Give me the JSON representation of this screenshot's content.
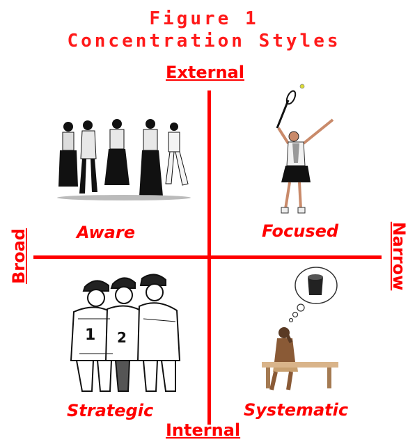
{
  "title": {
    "line1": "Figure 1",
    "line2": "Concentration Styles"
  },
  "axes": {
    "top": "External",
    "bottom": "Internal",
    "left": "Broad",
    "right": "Narrow"
  },
  "quadrants": {
    "top_left": {
      "label": "Aware",
      "image": "aikido-group-illustration"
    },
    "top_right": {
      "label": "Focused",
      "image": "tennis-serve-illustration"
    },
    "bottom_left": {
      "label": "Strategic",
      "image": "team-huddle-illustration"
    },
    "bottom_right": {
      "label": "Systematic",
      "image": "thinking-athlete-illustration"
    }
  },
  "colors": {
    "accent": "#ff0000",
    "background": "#ffffff",
    "ink": "#111111"
  }
}
